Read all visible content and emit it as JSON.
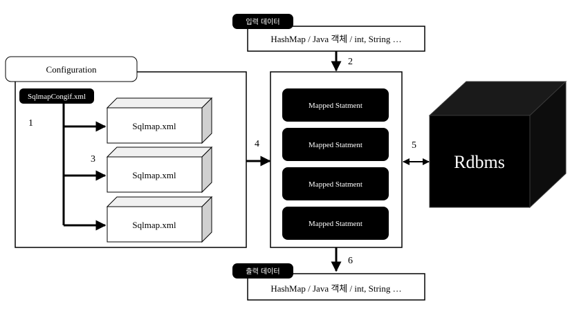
{
  "input_data": {
    "label": "입력 데이터",
    "types": "HashMap / Java 객체 / int, String …"
  },
  "output_data": {
    "label": "출력 데이터",
    "types": "HashMap / Java 객체 / int, String …"
  },
  "configuration": {
    "title": "Configuration",
    "config_file": "SqlmapCongif.xml",
    "sqlmaps": [
      "Sqlmap.xml",
      "Sqlmap.xml",
      "Sqlmap.xml"
    ]
  },
  "mapped_statements": [
    "Mapped Statment",
    "Mapped Statment",
    "Mapped Statment",
    "Mapped Statment"
  ],
  "rdbms": {
    "label": "Rdbms"
  },
  "step_numbers": {
    "one": "1",
    "two": "2",
    "three": "3",
    "four": "4",
    "five": "5",
    "six": "6"
  },
  "colors": {
    "black": "#000000",
    "box_face": "#ffffff",
    "box_side": "#d0d0d0",
    "box_top": "#f0f0f0",
    "cube_top": "#1a1a1a",
    "cube_side": "#0d0d0d"
  }
}
